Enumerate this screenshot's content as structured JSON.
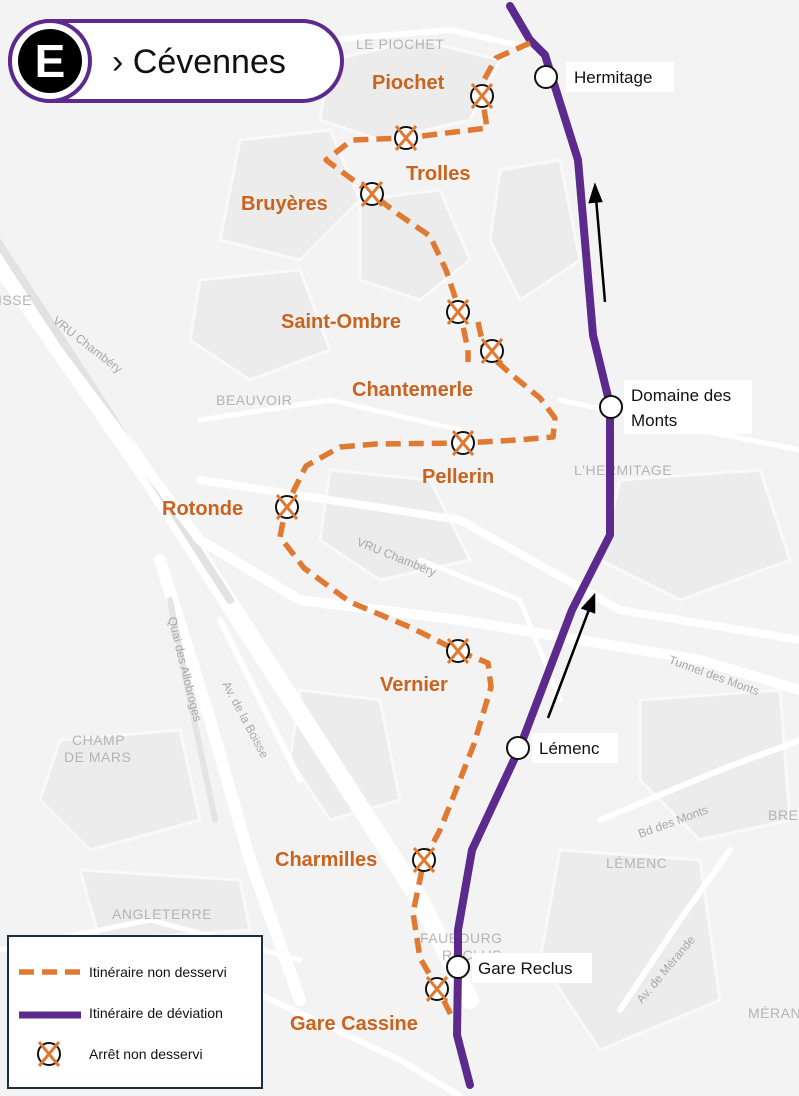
{
  "line": {
    "letter": "E",
    "destination": "› Cévennes"
  },
  "colors": {
    "cancelled_route": "#e07a32",
    "deviation_route": "#5b2a8c",
    "stop_label": "#c8641e"
  },
  "background_labels": {
    "le_piochet": "LE PIOCHET",
    "bois_fragment": "ISSE",
    "vru_1": "VRU Chambéry",
    "beauvoir": "BEAUVOIR",
    "hermitage_area": "L'HERMITAGE",
    "vru_2": "VRU Chambéry",
    "tunnel": "Tunnel des Monts",
    "champ_1": "CHAMP",
    "champ_2": "DE MARS",
    "quai": "Quai des Allobroges",
    "av_boisse": "Av. de la Boisse",
    "bd_monts": "Bd des Monts",
    "lemenc_area": "LÉMENC",
    "angleterre": "ANGLETERRE",
    "faubourg": "FAUBOURG",
    "reclus_area": "RECLUS",
    "av_merande": "Av. de Mérande",
    "merande_area": "MÉRAN",
    "bre": "BRE"
  },
  "cancelled_stops": [
    {
      "id": "piochet",
      "name": "Piochet"
    },
    {
      "id": "trolles",
      "name": "Trolles"
    },
    {
      "id": "bruyeres",
      "name": "Bruyères"
    },
    {
      "id": "saint-ombre",
      "name": "Saint-Ombre"
    },
    {
      "id": "chantemerle",
      "name": "Chantemerle"
    },
    {
      "id": "pellerin",
      "name": "Pellerin"
    },
    {
      "id": "rotonde",
      "name": "Rotonde"
    },
    {
      "id": "vernier",
      "name": "Vernier"
    },
    {
      "id": "charmilles",
      "name": "Charmilles"
    },
    {
      "id": "gare-cassine",
      "name": "Gare Cassine"
    }
  ],
  "deviation_stops": [
    {
      "id": "hermitage",
      "name": "Hermitage"
    },
    {
      "id": "domaine-des-monts",
      "name_line1": "Domaine des",
      "name_line2": "Monts"
    },
    {
      "id": "lemenc",
      "name": "Lémenc"
    },
    {
      "id": "gare-reclus",
      "name": "Gare Reclus"
    }
  ],
  "legend": {
    "items": [
      {
        "symbol": "dashed-orange-line",
        "label": "Itinéraire non desservi"
      },
      {
        "symbol": "solid-purple-line",
        "label": "Itinéraire de déviation"
      },
      {
        "symbol": "crossed-stop-icon",
        "label": "Arrêt non desservi"
      }
    ]
  }
}
